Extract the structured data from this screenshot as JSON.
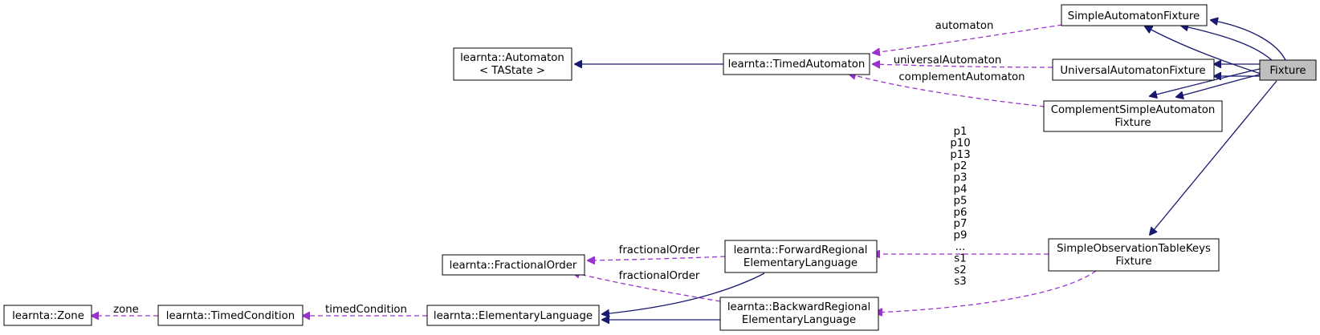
{
  "nodes": {
    "fixture": [
      "Fixture"
    ],
    "simple_automaton_fixture": [
      "SimpleAutomatonFixture"
    ],
    "universal_automaton_fixture": [
      "UniversalAutomatonFixture"
    ],
    "complement_simple_automaton_fixture": [
      "ComplementSimpleAutomaton",
      "Fixture"
    ],
    "simple_observation_table_keys_fixture": [
      "SimpleObservationTableKeys",
      "Fixture"
    ],
    "timed_automaton": [
      "learnta::TimedAutomaton"
    ],
    "automaton": [
      "learnta::Automaton",
      "< TAState >"
    ],
    "forward_regional": [
      "learnta::ForwardRegional",
      "ElementaryLanguage"
    ],
    "backward_regional": [
      "learnta::BackwardRegional",
      "ElementaryLanguage"
    ],
    "fractional_order": [
      "learnta::FractionalOrder"
    ],
    "elementary_language": [
      "learnta::ElementaryLanguage"
    ],
    "timed_condition": [
      "learnta::TimedCondition"
    ],
    "zone": [
      "learnta::Zone"
    ]
  },
  "edge_labels": {
    "automaton": [
      "automaton"
    ],
    "universal_automaton": [
      "universalAutomaton"
    ],
    "complement_automaton": [
      "complementAutomaton"
    ],
    "table_keys": [
      "p1",
      "p10",
      "p13",
      "p2",
      "p3",
      "p4",
      "p5",
      "p6",
      "p7",
      "p9",
      "...",
      "s1",
      "s2",
      "s3"
    ],
    "fractional_order_forward": [
      "fractionalOrder"
    ],
    "fractional_order_backward": [
      "fractionalOrder"
    ],
    "timed_condition": [
      "timedCondition"
    ],
    "zone": [
      "zone"
    ]
  },
  "edge_kinds": {
    "inheritance_color": "#191970",
    "usage_color": "#9a32cd",
    "focus_fill": "#bfbfbf"
  }
}
